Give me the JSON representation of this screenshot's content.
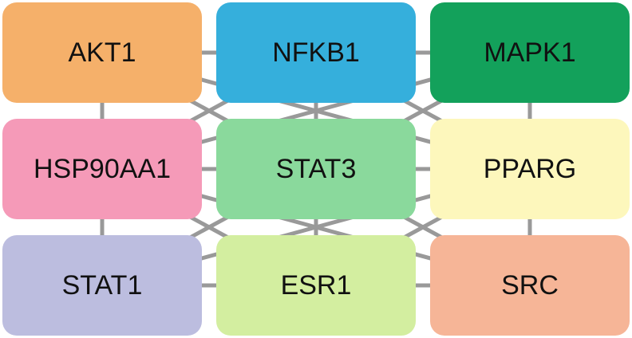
{
  "nodes": [
    {
      "id": "AKT1",
      "label": "AKT1",
      "color": "#f5b06a"
    },
    {
      "id": "NFKB1",
      "label": "NFKB1",
      "color": "#35afdc"
    },
    {
      "id": "MAPK1",
      "label": "MAPK1",
      "color": "#13a15b"
    },
    {
      "id": "HSP90AA1",
      "label": "HSP90AA1",
      "color": "#f59ab8"
    },
    {
      "id": "STAT3",
      "label": "STAT3",
      "color": "#8ad99c"
    },
    {
      "id": "PPARG",
      "label": "PPARG",
      "color": "#fdf7bc"
    },
    {
      "id": "STAT1",
      "label": "STAT1",
      "color": "#bcbddf"
    },
    {
      "id": "ESR1",
      "label": "ESR1",
      "color": "#d3eea0"
    },
    {
      "id": "SRC",
      "label": "SRC",
      "color": "#f6b597"
    }
  ],
  "edges": [
    [
      "AKT1",
      "NFKB1"
    ],
    [
      "NFKB1",
      "MAPK1"
    ],
    [
      "HSP90AA1",
      "STAT3"
    ],
    [
      "STAT3",
      "PPARG"
    ],
    [
      "STAT1",
      "ESR1"
    ],
    [
      "ESR1",
      "SRC"
    ],
    [
      "AKT1",
      "HSP90AA1"
    ],
    [
      "HSP90AA1",
      "STAT1"
    ],
    [
      "NFKB1",
      "STAT3"
    ],
    [
      "STAT3",
      "ESR1"
    ],
    [
      "MAPK1",
      "PPARG"
    ],
    [
      "PPARG",
      "SRC"
    ],
    [
      "AKT1",
      "STAT3"
    ],
    [
      "NFKB1",
      "HSP90AA1"
    ],
    [
      "NFKB1",
      "PPARG"
    ],
    [
      "MAPK1",
      "STAT3"
    ],
    [
      "HSP90AA1",
      "ESR1"
    ],
    [
      "STAT3",
      "STAT1"
    ],
    [
      "STAT3",
      "SRC"
    ],
    [
      "PPARG",
      "ESR1"
    ],
    [
      "AKT1",
      "PPARG"
    ],
    [
      "MAPK1",
      "HSP90AA1"
    ],
    [
      "HSP90AA1",
      "SRC"
    ],
    [
      "PPARG",
      "STAT1"
    ]
  ],
  "edge_color": "#999999"
}
